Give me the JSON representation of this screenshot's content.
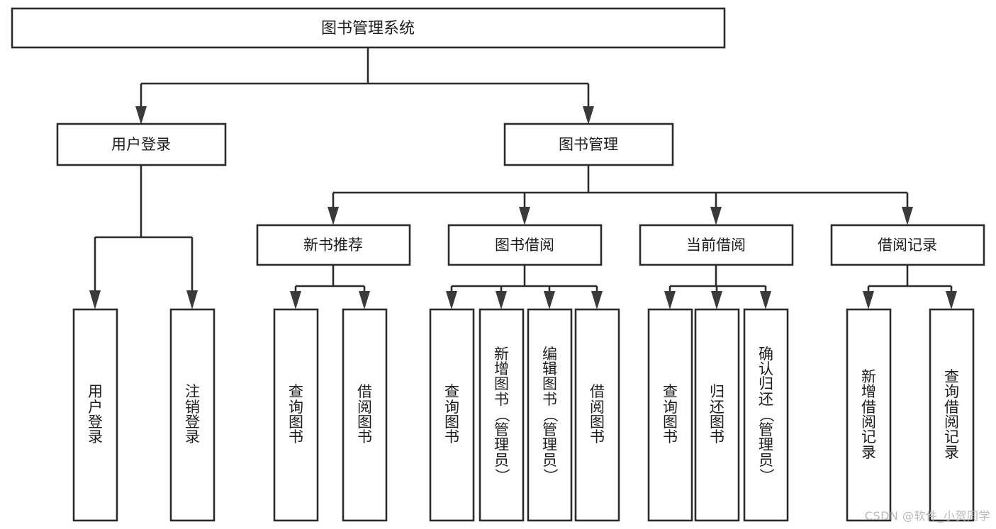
{
  "diagram": {
    "type": "tree-hierarchy-flowchart",
    "title": "图书管理系统",
    "root": {
      "id": "root",
      "label": "图书管理系统",
      "orientation": "horizontal"
    },
    "level2": [
      {
        "id": "user-login",
        "label": "用户登录",
        "orientation": "horizontal"
      },
      {
        "id": "book-manage",
        "label": "图书管理",
        "orientation": "horizontal"
      }
    ],
    "level3": [
      {
        "id": "new-book-recommend",
        "label": "新书推荐",
        "orientation": "horizontal",
        "parent": "book-manage"
      },
      {
        "id": "book-borrow",
        "label": "图书借阅",
        "orientation": "horizontal",
        "parent": "book-manage"
      },
      {
        "id": "current-borrow",
        "label": "当前借阅",
        "orientation": "horizontal",
        "parent": "book-manage"
      },
      {
        "id": "borrow-record",
        "label": "借阅记录",
        "orientation": "horizontal",
        "parent": "book-manage"
      }
    ],
    "leaves": [
      {
        "id": "leaf-user-login",
        "label": "用户登录",
        "orientation": "vertical",
        "parent": "user-login"
      },
      {
        "id": "leaf-logout-login",
        "label": "注销登录",
        "orientation": "vertical",
        "parent": "user-login"
      },
      {
        "id": "leaf-query-book-1",
        "label": "查询图书",
        "orientation": "vertical",
        "parent": "new-book-recommend"
      },
      {
        "id": "leaf-borrow-book-1",
        "label": "借阅图书",
        "orientation": "vertical",
        "parent": "new-book-recommend"
      },
      {
        "id": "leaf-query-book-2",
        "label": "查询图书",
        "orientation": "vertical",
        "parent": "book-borrow"
      },
      {
        "id": "leaf-add-book",
        "label": "新增图书（管理员）",
        "orientation": "vertical",
        "parent": "book-borrow"
      },
      {
        "id": "leaf-edit-book",
        "label": "编辑图书（管理员）",
        "orientation": "vertical",
        "parent": "book-borrow"
      },
      {
        "id": "leaf-borrow-book-2",
        "label": "借阅图书",
        "orientation": "vertical",
        "parent": "book-borrow"
      },
      {
        "id": "leaf-query-book-3",
        "label": "查询图书",
        "orientation": "vertical",
        "parent": "current-borrow"
      },
      {
        "id": "leaf-return-book",
        "label": "归还图书",
        "orientation": "vertical",
        "parent": "current-borrow"
      },
      {
        "id": "leaf-confirm-return",
        "label": "确认归还（管理员）",
        "orientation": "vertical",
        "parent": "current-borrow"
      },
      {
        "id": "leaf-add-record",
        "label": "新增借阅记录",
        "orientation": "vertical",
        "parent": "borrow-record"
      },
      {
        "id": "leaf-query-record",
        "label": "查询借阅记录",
        "orientation": "vertical",
        "parent": "borrow-record"
      }
    ]
  },
  "watermark": {
    "text": "CSDN @软件_小贺同学",
    "color": "#b9b9b9"
  },
  "colors": {
    "box_stroke": "#2b2b2b",
    "box_fill": "#ffffff",
    "connector": "#2b2b2b",
    "text": "#1d1d1d",
    "background": "#ffffff"
  }
}
